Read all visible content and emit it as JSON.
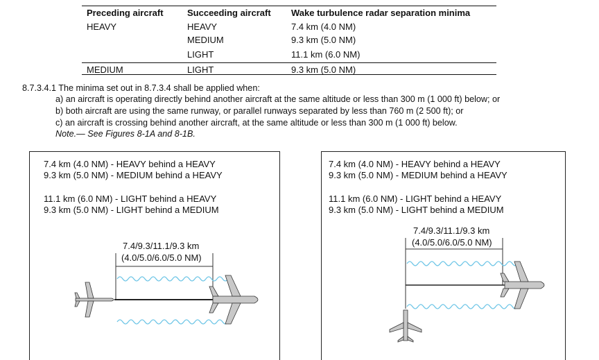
{
  "table": {
    "headers": [
      "Preceding aircraft",
      "Succeeding aircraft",
      "Wake turbulence radar separation minima"
    ],
    "rows": [
      {
        "preceding": "HEAVY",
        "succeeding": "HEAVY",
        "minima": "7.4 km (4.0 NM)"
      },
      {
        "preceding": "",
        "succeeding": "MEDIUM",
        "minima": "9.3 km (5.0 NM)"
      },
      {
        "preceding": "",
        "succeeding": "LIGHT",
        "minima": "11.1 km (6.0 NM)"
      },
      {
        "preceding": "MEDIUM",
        "succeeding": "LIGHT",
        "minima": "9.3 km (5.0 NM)"
      }
    ]
  },
  "paragraph": {
    "intro": "8.7.3.4.1 The minima set out in 8.7.3.4 shall be applied when:",
    "items": [
      "a) an aircraft is operating directly behind another aircraft at the same altitude or less than 300 m (1 000 ft) below; or",
      "b) both aircraft are using the same runway, or parallel runways separated by less than 760 m (2 500 ft); or",
      "c) an aircraft is crossing behind another aircraft, at the same altitude or less than 300 m (1 000 ft) below."
    ],
    "note": "Note.— See Figures 8-1A and 8-1B."
  },
  "figures": {
    "lines": [
      "7.4 km (4.0 NM) -  HEAVY behind a HEAVY",
      "9.3 km (5.0 NM) -  MEDIUM behind a HEAVY",
      "11.1 km (6.0 NM) - LIGHT behind a HEAVY",
      "9.3 km (5.0 NM) -   LIGHT behind a MEDIUM"
    ],
    "distance_km": "7.4/9.3/11.1/9.3 km",
    "distance_nm": "(4.0/5.0/6.0/5.0 NM)"
  }
}
